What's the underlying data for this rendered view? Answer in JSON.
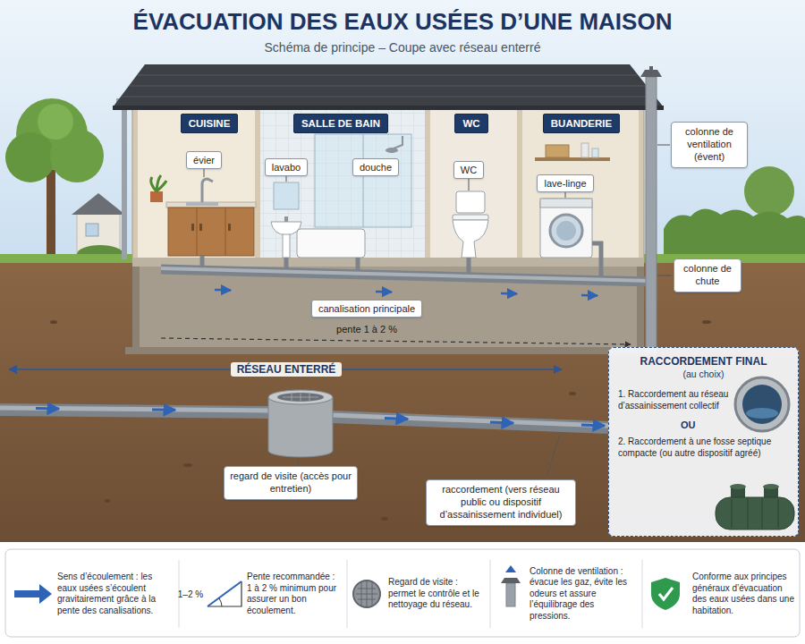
{
  "diagram": {
    "title": "ÉVACUATION DES EAUX USÉES D’UNE MAISON",
    "caption": "Schéma de principe – Coupe avec réseau enterré",
    "nodes": [
      {
        "text": [
          "CUISINE"
        ]
      },
      {
        "text": [
          "SALLE DE BAIN"
        ]
      },
      {
        "text": [
          "WC"
        ]
      },
      {
        "text": [
          "BUANDERIE"
        ]
      },
      {
        "text": [
          "colonne de ventilation (évent)"
        ]
      },
      {
        "text": [
          "évier"
        ]
      },
      {
        "text": [
          "lavabo"
        ]
      },
      {
        "text": [
          "douche"
        ]
      },
      {
        "text": [
          "WC"
        ]
      },
      {
        "text": [
          "lave-linge"
        ]
      },
      {
        "text": [
          "colonne de chute"
        ]
      },
      {
        "text": [
          "canalisation principale"
        ]
      },
      {
        "text": [
          "RACCORDEMENT FINAL",
          "(au choix)",
          "1. Raccordement au réseau d’assainissement collectif",
          "OU",
          "2. Raccordement à une fosse septique compacte (ou autre dispositif agréé)"
        ]
      },
      {
        "text": [
          "regard de visite (accès pour entretien)"
        ]
      },
      {
        "text": [
          "raccordement (vers réseau public ou dispositif d’assainissement individuel)"
        ]
      }
    ],
    "labels": [
      "pente 1 à 2 %",
      "RÉSEAU ENTERRÉ",
      "1–2 %"
    ],
    "legend": [
      {
        "text": "Sens d’écoulement : les eaux usées s’écoulent gravitairement grâce à la pente des canalisations."
      },
      {
        "text": "Pente recommandée : 1 à 2 % minimum pour assurer un bon écoulement."
      },
      {
        "text": "Regard de visite : permet le contrôle et le nettoyage du réseau."
      },
      {
        "text": "Colonne de ventilation : évacue les gaz, évite les odeurs et assure l’équilibrage des pressions."
      },
      {
        "text": "Conforme aux principes généraux d’évacuation des eaux usées dans une habitation."
      }
    ]
  }
}
